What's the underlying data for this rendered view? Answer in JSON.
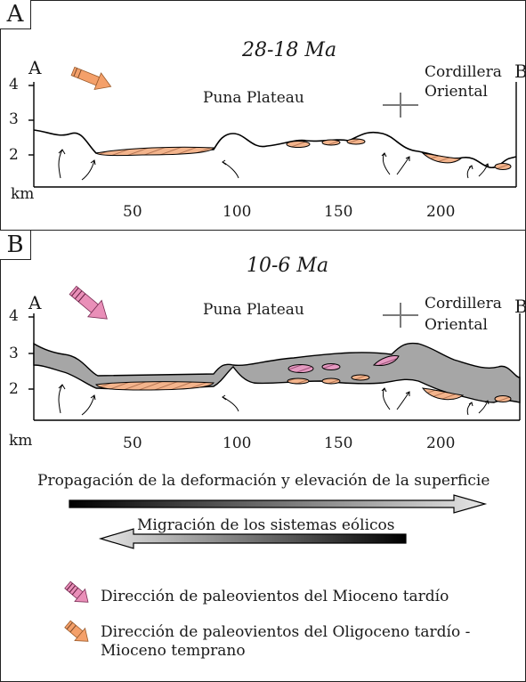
{
  "panel_a": {
    "letter": "A",
    "age": "28-18 Ma",
    "end_left": "A",
    "end_right": "B",
    "region_left": "Puna Plateau",
    "region_right_line1": "Cordillera",
    "region_right_line2": "Oriental",
    "y_ticks": [
      "4",
      "3",
      "2"
    ],
    "y_unit": "km",
    "x_ticks": [
      "50",
      "100",
      "150",
      "200"
    ]
  },
  "panel_b": {
    "letter": "B",
    "age": "10-6 Ma",
    "end_left": "A",
    "end_right": "B",
    "region_left": "Puna Plateau",
    "region_right_line1": "Cordillera",
    "region_right_line2": "Oriental",
    "y_ticks": [
      "4",
      "3",
      "2"
    ],
    "y_unit": "km",
    "x_ticks": [
      "50",
      "100",
      "150",
      "200"
    ]
  },
  "arrows": {
    "propagation": "Propagación de la deformación y elevación de la superficie",
    "migration": "Migración de los sistemas eólicos"
  },
  "legend": {
    "late_miocene": "Dirección de paleovientos del Mioceno tardío",
    "oligo_line1": "Dirección de paleovientos del Oligoceno tardío -",
    "oligo_line2": "Mioceno temprano"
  },
  "colors": {
    "late_miocene_arrow": "#e98fb8",
    "oligo_arrow": "#f4a06a",
    "sand_orange": "#f3b48c",
    "sand_pink": "#e59ac1",
    "basin_fill": "#a6a6a6",
    "cross": "#7a7a7a"
  }
}
